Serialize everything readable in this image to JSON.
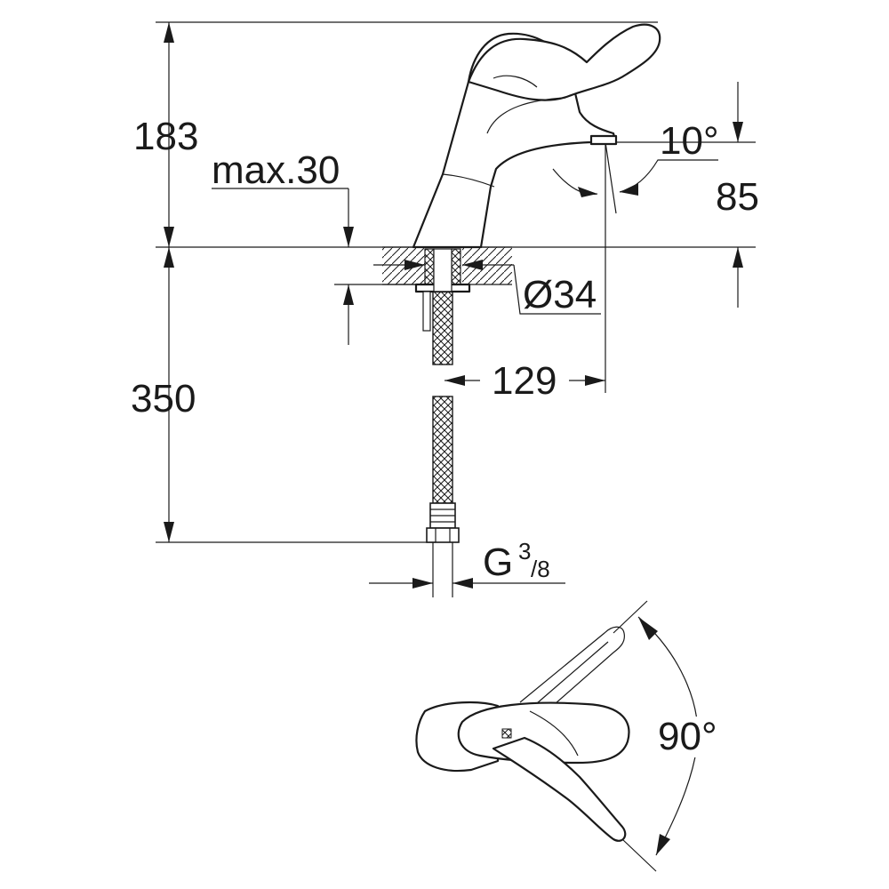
{
  "dimensions": {
    "height_above_deck": "183",
    "deck_thickness_max": "max.30",
    "spout_angle": "10°",
    "spout_height": "85",
    "hole_diameter": "Ø34",
    "spout_reach": "129",
    "hose_length": "350",
    "connection_thread": "G",
    "thread_numerator": "3",
    "thread_denominator": "/8",
    "lever_rotation": "90°"
  },
  "colors": {
    "line": "#1a1a1a",
    "background": "#ffffff"
  }
}
